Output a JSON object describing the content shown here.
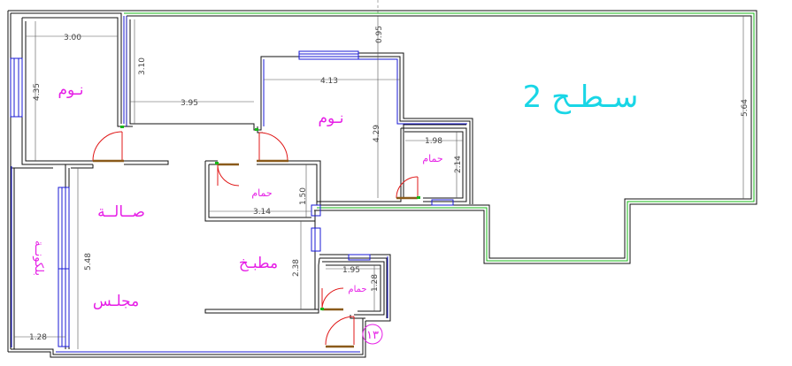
{
  "rooms": {
    "bedroom_top_left": "نـوم",
    "bedroom_center": "نـوم",
    "roof": "سـطـح 2",
    "bathroom_right": "حمام",
    "bathroom_center": "حمام",
    "hall": "صــالــة",
    "balcony": "بلكونــة",
    "kitchen": "مطبـخ",
    "majlis": "مجلـس",
    "bathroom_bottom": "حمام",
    "stair_number": "١٣"
  },
  "dimensions": {
    "d_300": "3.00",
    "d_435": "4.35",
    "d_310": "3.10",
    "d_395": "3.95",
    "d_413": "4.13",
    "d_095": "0.95",
    "d_429": "4.29",
    "d_564": "5.64",
    "d_198": "1.98",
    "d_214": "2.14",
    "d_150": "1.50",
    "d_314": "3.14",
    "d_548": "5.48",
    "d_238": "2.38",
    "d_195": "1.95",
    "d_128v": "1.28",
    "d_128h": "1.28"
  },
  "colors": {
    "wall": "#111111",
    "window": "#1a1ad6",
    "door_swing": "#e01818",
    "roof_edge": "#18b818",
    "room_text": "#e61ee6",
    "roof_text": "#19d6e6"
  }
}
